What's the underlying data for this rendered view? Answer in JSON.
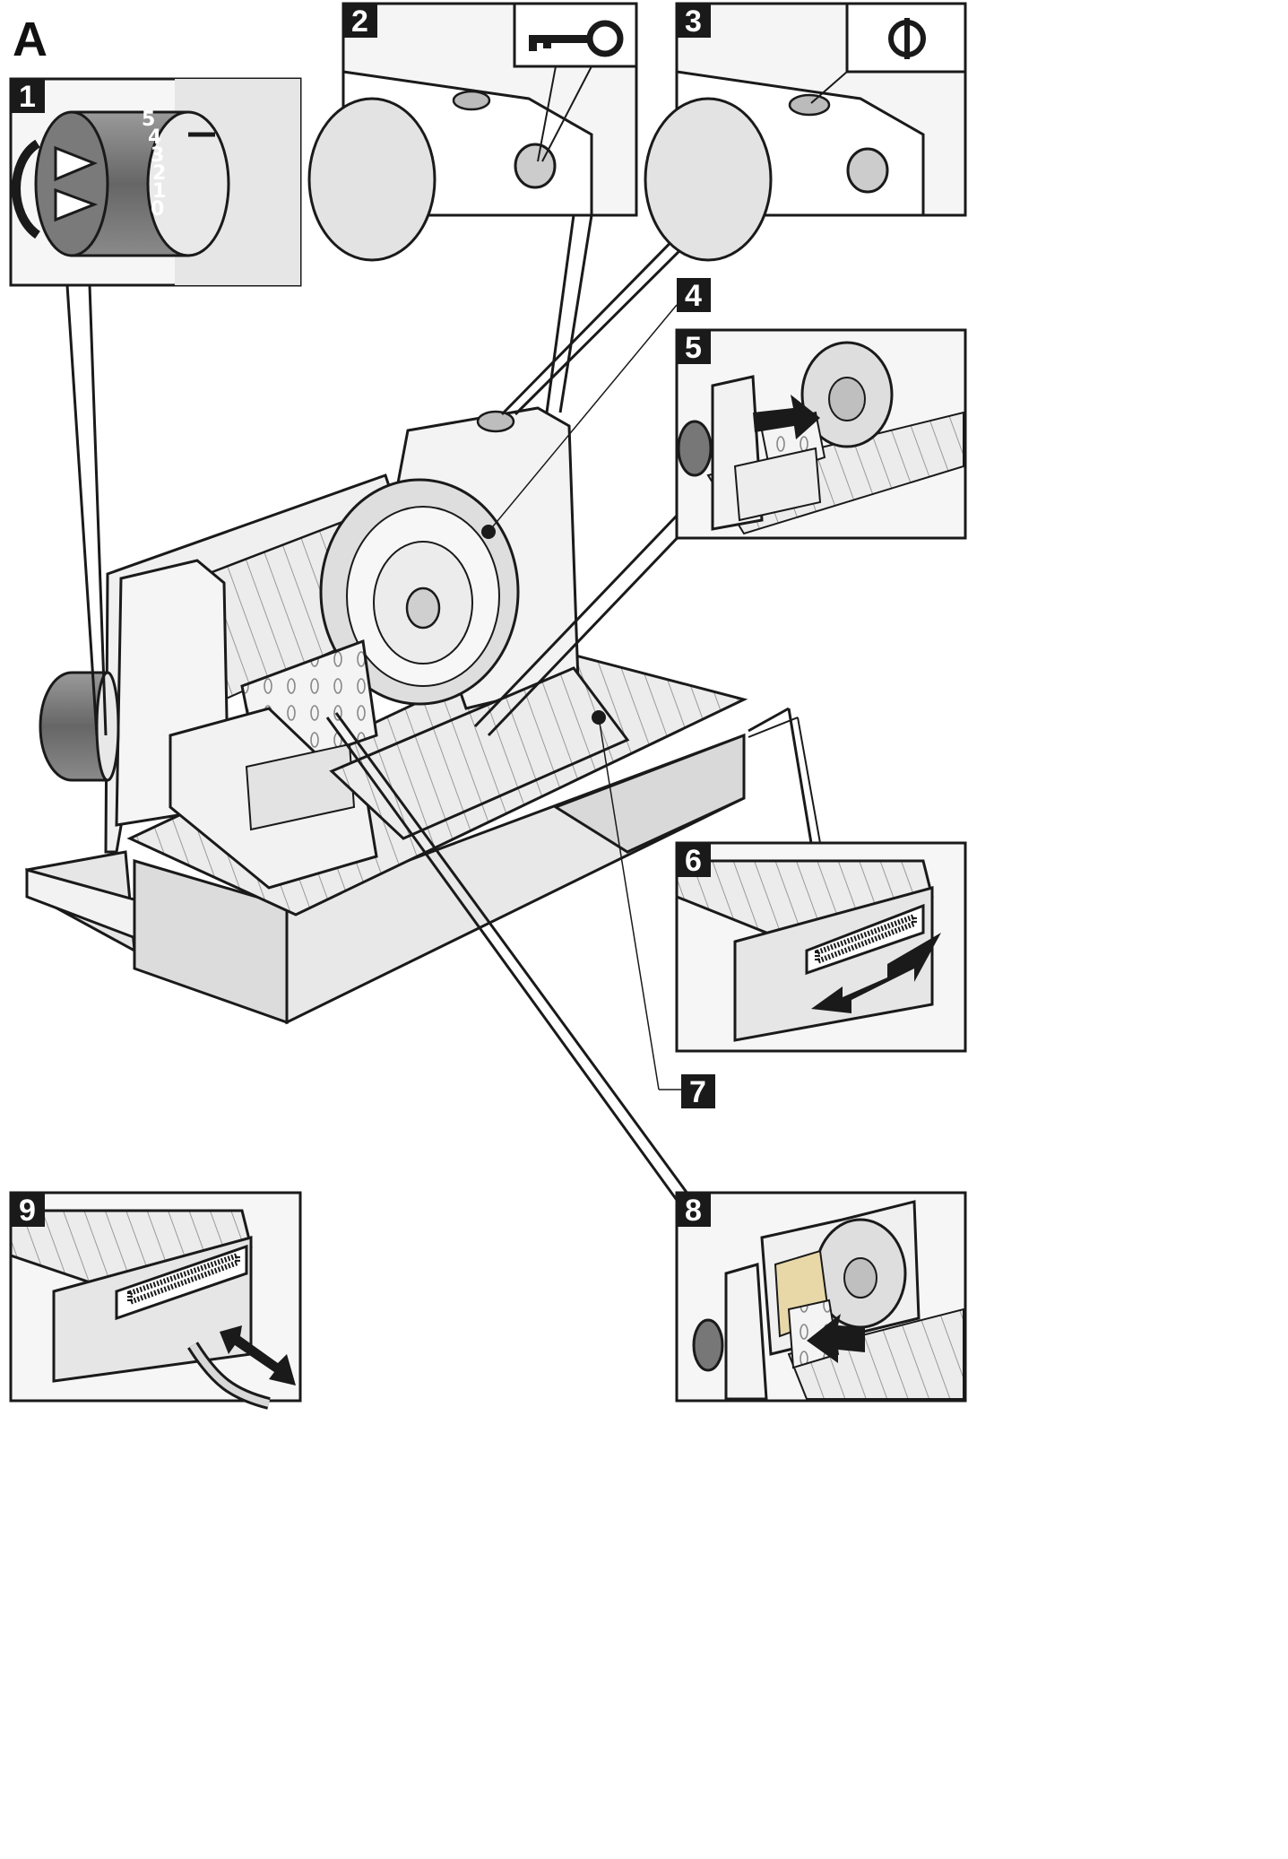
{
  "figure": {
    "letter": "A",
    "callouts": [
      "1",
      "2",
      "3",
      "4",
      "5",
      "6",
      "7",
      "8",
      "9"
    ],
    "dial_numbers": [
      "5",
      "4",
      "3",
      "2",
      "1",
      "0"
    ]
  },
  "colors": {
    "line": "#1a1a1a",
    "light_gray": "#ebebeb",
    "mid_gray": "#cfcfcf",
    "dark_gray": "#777777",
    "badge": "#1a1a1a"
  },
  "icons": [
    "key-icon",
    "power-icon",
    "double-arrow-icon",
    "arrow-icon",
    "rotate-arrows-icon"
  ]
}
